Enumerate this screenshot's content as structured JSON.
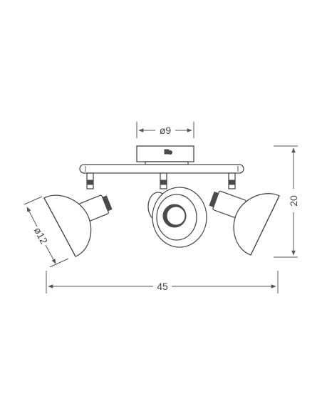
{
  "dimensions": {
    "canopy_diameter": "ø9",
    "total_width": "45",
    "height": "20",
    "shade_diameter": "ø12"
  },
  "colors": {
    "line": "#4a4a4a",
    "background": "#ffffff"
  }
}
